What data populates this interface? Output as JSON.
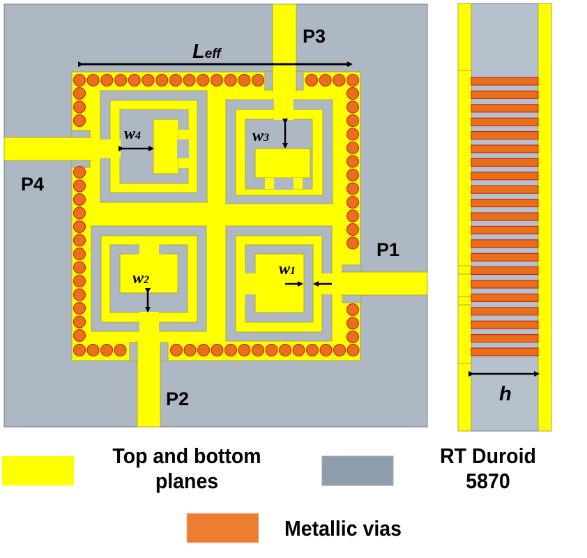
{
  "colors": {
    "metal": "#FFFF00",
    "metal_edge": "#A9A93A",
    "substrate": "#ADB8C4",
    "substrate_edge": "#6E7B88",
    "via": "#E8701A",
    "via_edge": "#C8140F",
    "legend_substrate": "#8E9DAC",
    "legend_via": "#ED7D31"
  },
  "ports": {
    "p1": "P1",
    "p2": "P2",
    "p3": "P3",
    "p4": "P4"
  },
  "dimensions": {
    "leff_main": "L",
    "leff_sub": "eff",
    "w1_main": "w",
    "w1_sub": "1",
    "w2_main": "w",
    "w2_sub": "2",
    "w3_main": "w",
    "w3_sub": "3",
    "w4_main": "w",
    "w4_sub": "4",
    "h": "h"
  },
  "legend": {
    "metal_line1": "Top and bottom",
    "metal_line2": "planes",
    "substrate_line1": "RT Duroid",
    "substrate_line2": "5870",
    "via": "Metallic vias"
  },
  "side_view": {
    "via_count": 21
  }
}
